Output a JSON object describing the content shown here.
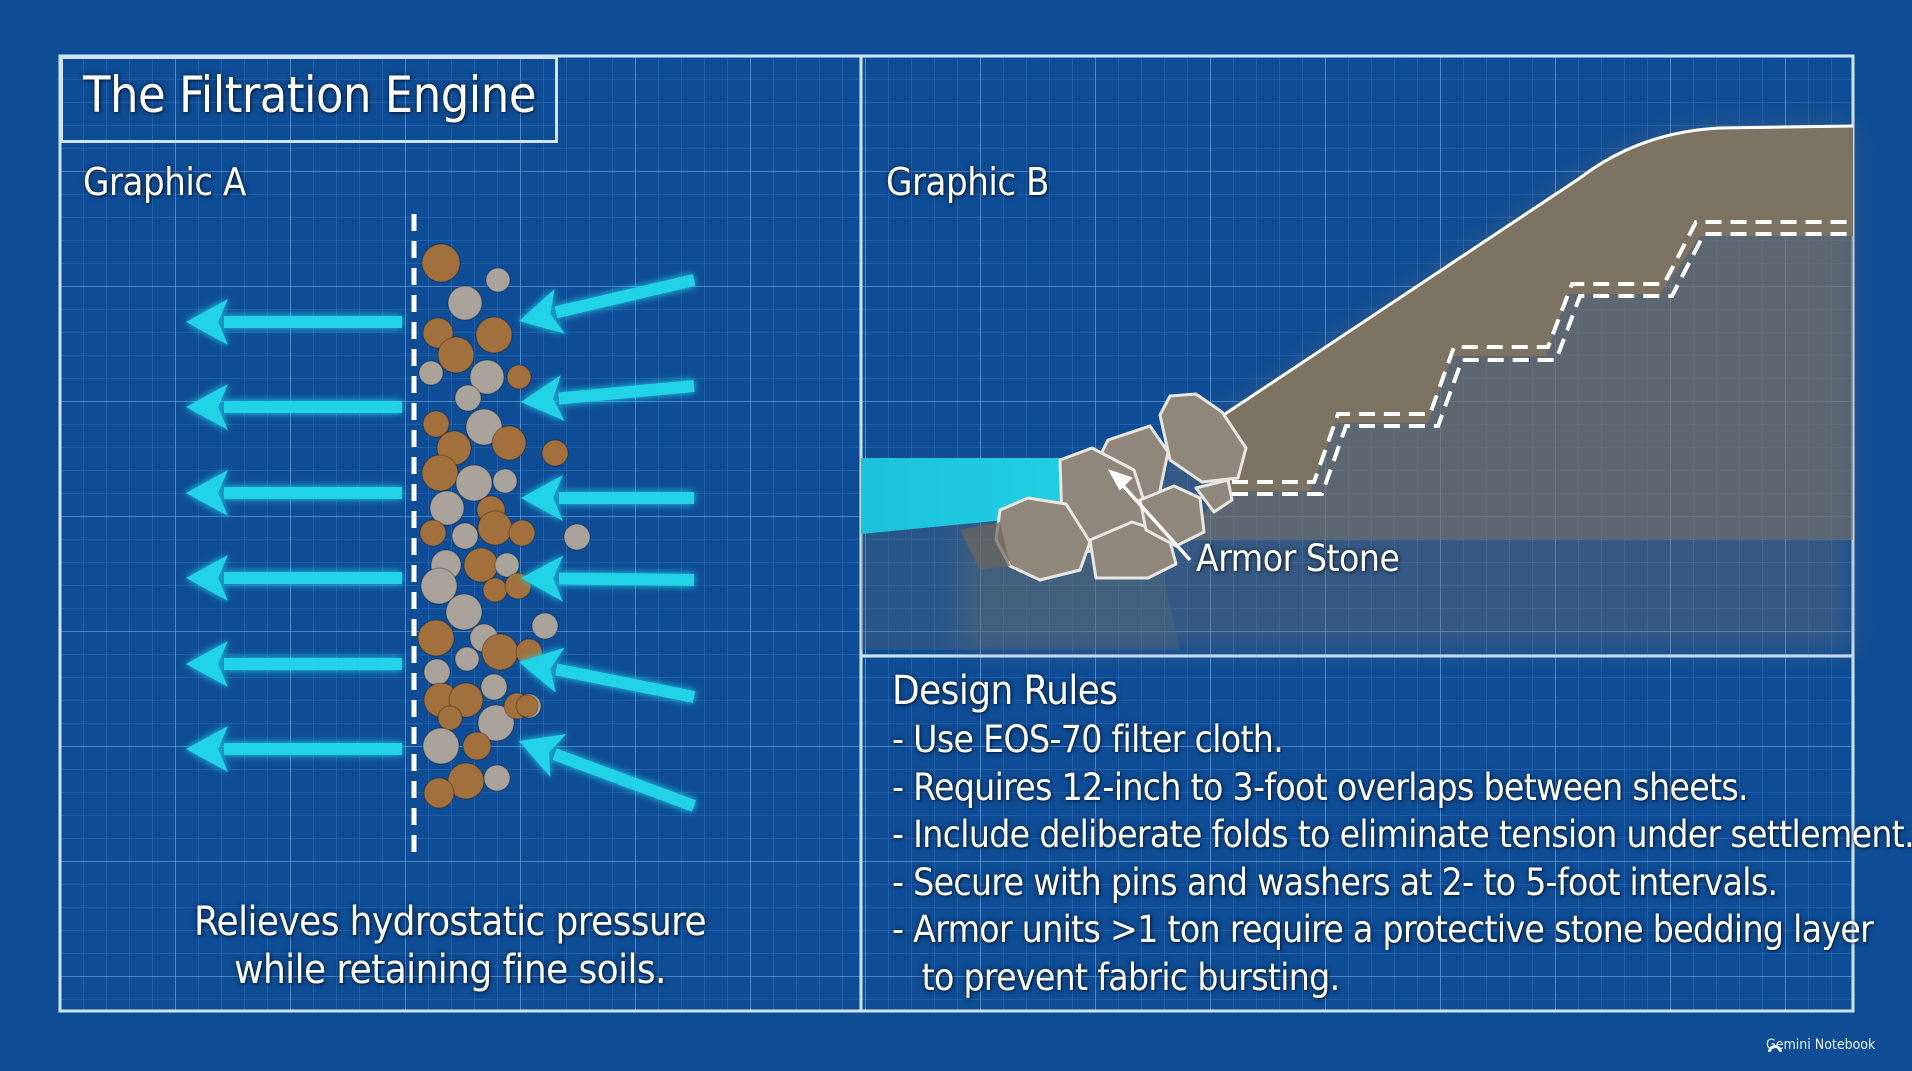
{
  "title": "The Filtration Engine",
  "graphic_a": {
    "label": "Graphic A",
    "caption_lines": [
      "Relieves hydrostatic pressure",
      "while retaining fine soils."
    ]
  },
  "graphic_b": {
    "label": "Graphic B",
    "callout": "Armor Stone"
  },
  "design_rules": {
    "title": "Design Rules",
    "items": [
      "- Use EOS-70 filter cloth.",
      "- Requires 12-inch to 3-foot overlaps between sheets.",
      "- Include deliberate folds to eliminate tension under settlement.",
      "- Secure with pins and washers at 2- to 5-foot intervals.",
      "- Armor units >1 ton require a protective stone bedding layer",
      "   to prevent fabric bursting."
    ]
  },
  "watermark": "Gemini Notebook",
  "colors": {
    "background": "#0e4c96",
    "grid_line": "#3f7fc9",
    "frame": "#cfe4fb",
    "flow_arrow": "#22d3e8",
    "water": "#1cc2da",
    "soil": "#7d7363",
    "stone": "#8f877b",
    "particle_brown": "#a2703d",
    "particle_gray": "#a9a39b"
  },
  "icons": {
    "flow_in": "arrow-left-icon",
    "flow_out": "arrow-left-icon",
    "logo": "gemini-logo-icon"
  }
}
